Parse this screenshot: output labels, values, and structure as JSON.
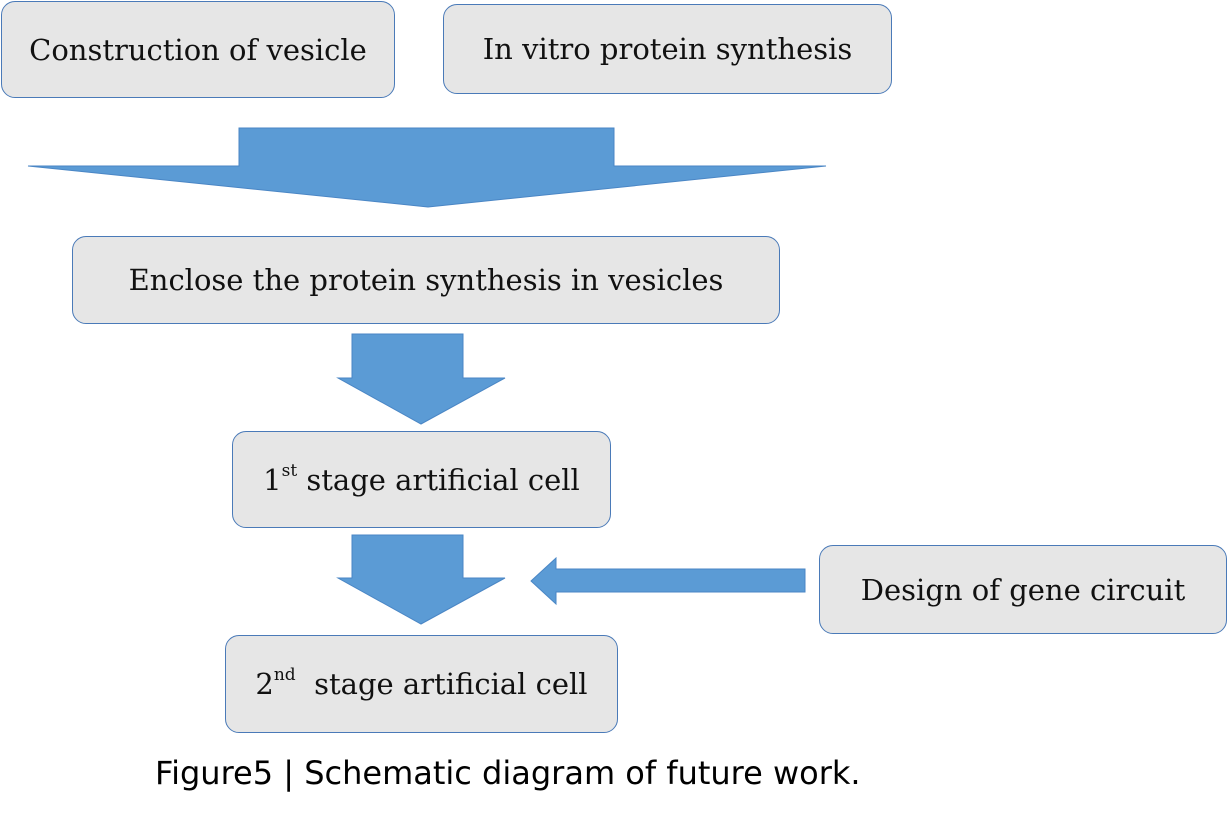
{
  "boxes": {
    "construction": "Construction of vesicle",
    "in_vitro": "In vitro protein synthesis",
    "enclose": "Enclose the protein synthesis in vesicles",
    "stage1_num": "1",
    "stage1_sup": "st",
    "stage1_rest": " stage artificial cell",
    "stage2_num": "2",
    "stage2_sup": "nd",
    "stage2_rest": "  stage artificial cell",
    "gene_circuit": "Design of gene circuit"
  },
  "caption": "Figure5 | Schematic diagram of future work.",
  "colors": {
    "arrow_fill": "#5b9bd5",
    "arrow_stroke": "#4a86c5",
    "box_fill": "#e6e6e6",
    "box_border": "#4a7ab8"
  }
}
